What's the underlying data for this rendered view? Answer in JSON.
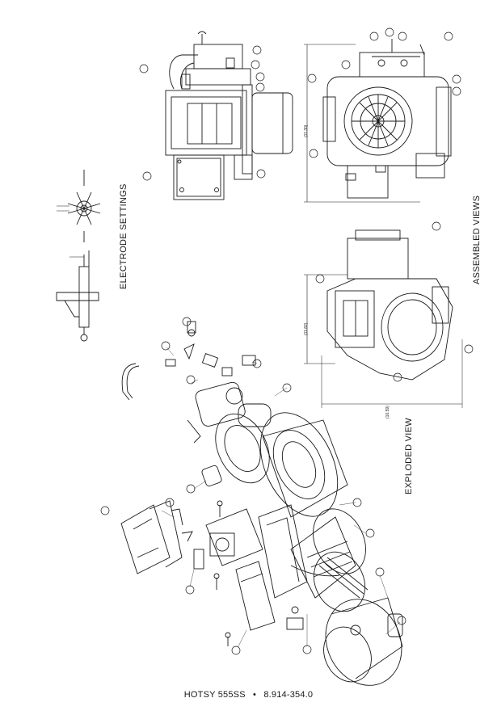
{
  "labels": {
    "electrode_settings": "ELECTRODE SETTINGS",
    "assembled_views": "ASSEMBLED VIEWS",
    "exploded_view": "EXPLODED VIEW"
  },
  "footer": {
    "model": "HOTSY 555SS",
    "separator": "•",
    "part_number": "8.914-354.0"
  },
  "dimensions": {
    "d1": "(11.30)",
    "d2": "(11.82)",
    "d3": "(10.59)"
  },
  "colors": {
    "line": "#1a1a1a",
    "background": "#ffffff"
  }
}
